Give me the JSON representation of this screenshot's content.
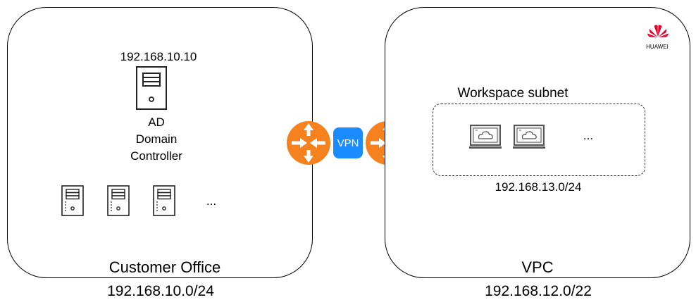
{
  "customer_office": {
    "title": "Customer Office",
    "subnet": "192.168.10.0/24",
    "ad_server": {
      "ip": "192.168.10.10",
      "label_lines": [
        "AD",
        "Domain",
        "Controller"
      ]
    },
    "more_servers": "..."
  },
  "vpn": {
    "label": "VPN"
  },
  "vpc": {
    "title": "VPC",
    "subnet": "192.168.12.0/22",
    "brand": "HUAWEI",
    "workspace": {
      "title": "Workspace subnet",
      "subnet": "192.168.13.0/24",
      "more_desktops": "..."
    }
  },
  "colors": {
    "router": "#f5821f",
    "vpn": "#1a8cff",
    "brand": "#e4002b"
  }
}
